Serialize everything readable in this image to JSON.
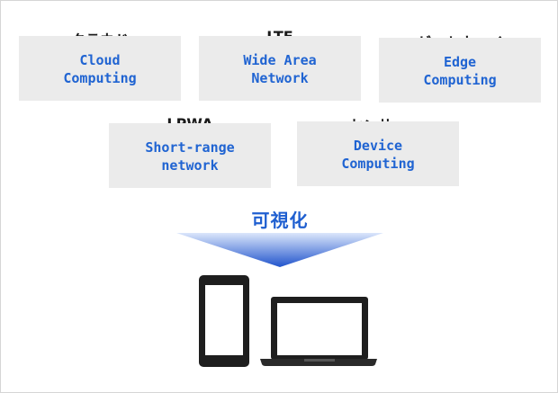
{
  "nodes": [
    {
      "id": "cloud",
      "jp": "クラウド",
      "en1": "Cloud",
      "en2": "Computing"
    },
    {
      "id": "lte",
      "jp": "LTE",
      "en1": "Wide Area",
      "en2": "Network"
    },
    {
      "id": "gateway",
      "jp": "ゲートウェイ",
      "en1": "Edge",
      "en2": "Computing"
    },
    {
      "id": "lpwa",
      "jp": "LPWA",
      "en1": "Short-range",
      "en2": "network"
    },
    {
      "id": "sensor",
      "jp": "センサー",
      "en1": "Device",
      "en2": "Computing"
    }
  ],
  "visualize_label": "可視化",
  "colors": {
    "accent": "#2064d2",
    "tile": "#ebebeb",
    "arrow_top": "#dbe6fb",
    "arrow_bottom": "#2154cc"
  },
  "icons": [
    "smartphone-icon",
    "laptop-icon"
  ]
}
